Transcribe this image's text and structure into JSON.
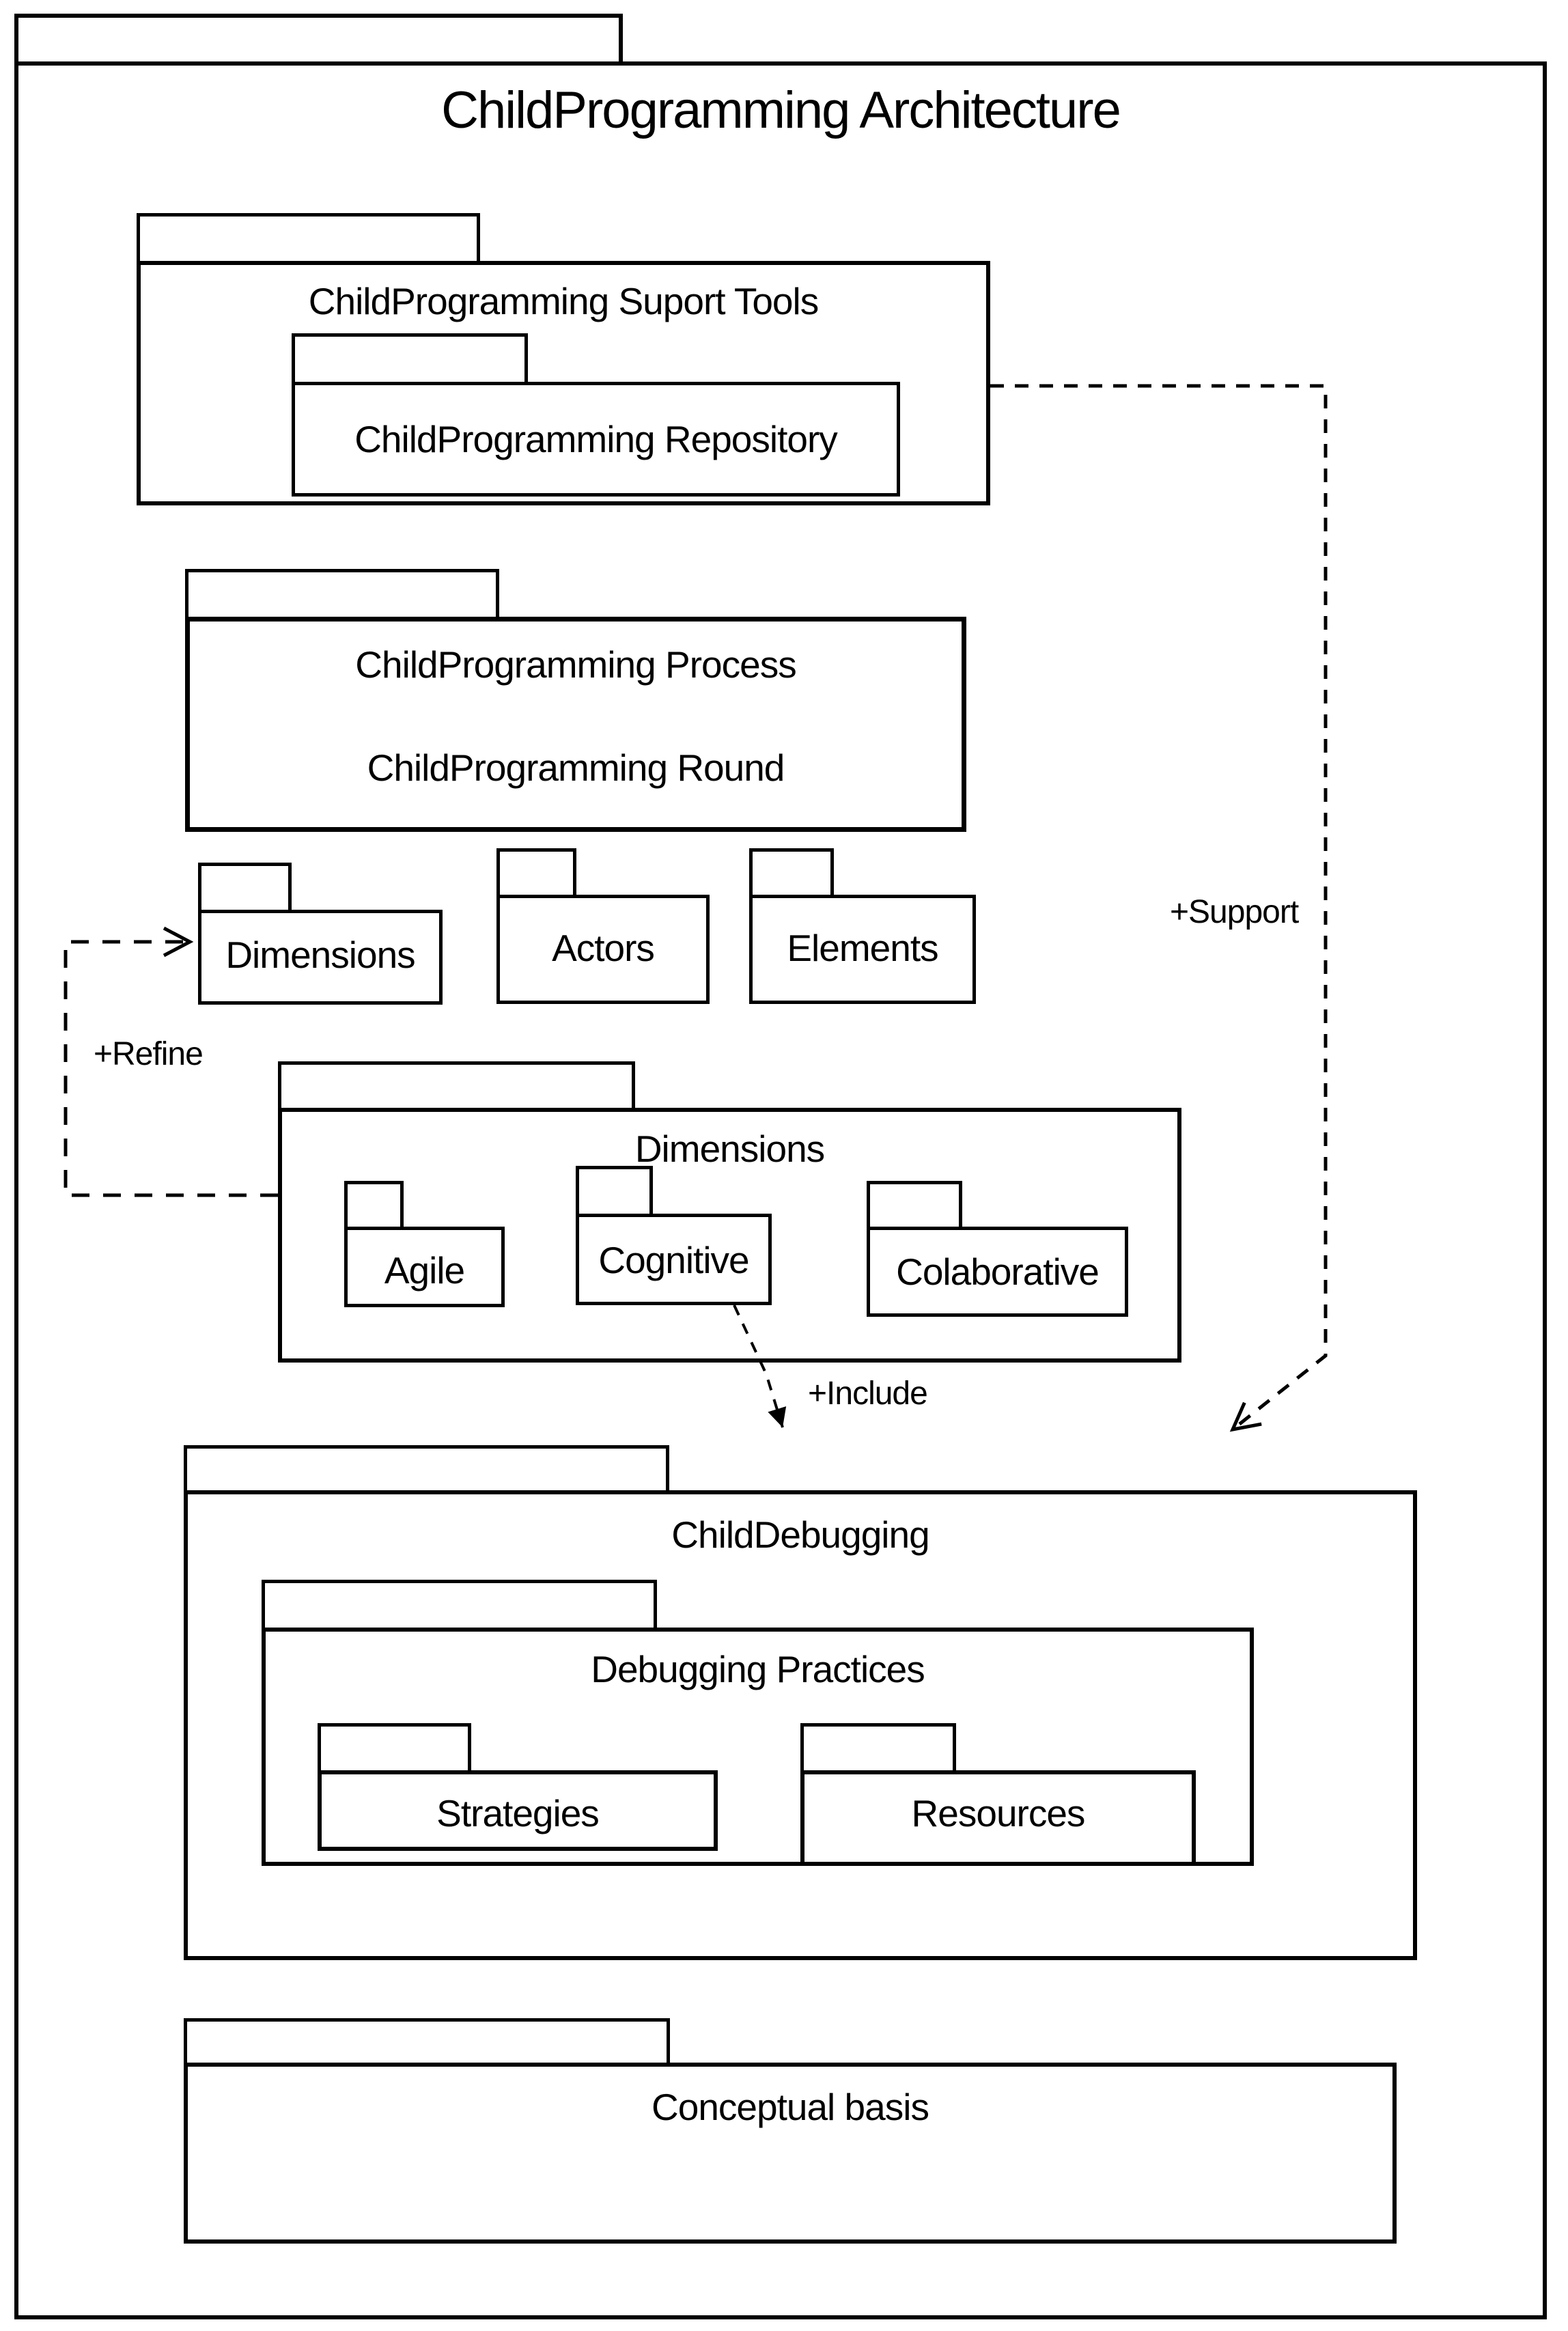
{
  "diagram": {
    "title": "ChildProgramming Architecture",
    "packages": {
      "suport_tools": {
        "label": "ChildProgramming Suport Tools"
      },
      "repository": {
        "label": "ChildProgramming Repository"
      },
      "process": {
        "label": "ChildProgramming Process",
        "sublabel": "ChildProgramming Round"
      },
      "dimensions_small": {
        "label": "Dimensions"
      },
      "actors": {
        "label": "Actors"
      },
      "elements": {
        "label": "Elements"
      },
      "dimensions_big": {
        "label": "Dimensions"
      },
      "agile": {
        "label": "Agile"
      },
      "cognitive": {
        "label": "Cognitive"
      },
      "colaborative": {
        "label": "Colaborative"
      },
      "child_debugging": {
        "label": "ChildDebugging"
      },
      "debugging_practices": {
        "label": "Debugging Practices"
      },
      "strategies": {
        "label": "Strategies"
      },
      "resources": {
        "label": "Resources"
      },
      "conceptual_basis": {
        "label": "Conceptual basis"
      }
    },
    "connectors": {
      "support": {
        "label": "+Support"
      },
      "refine": {
        "label": "+Refine"
      },
      "include": {
        "label": "+Include"
      }
    },
    "colors": {
      "stroke": "#000000",
      "background": "#ffffff"
    }
  }
}
